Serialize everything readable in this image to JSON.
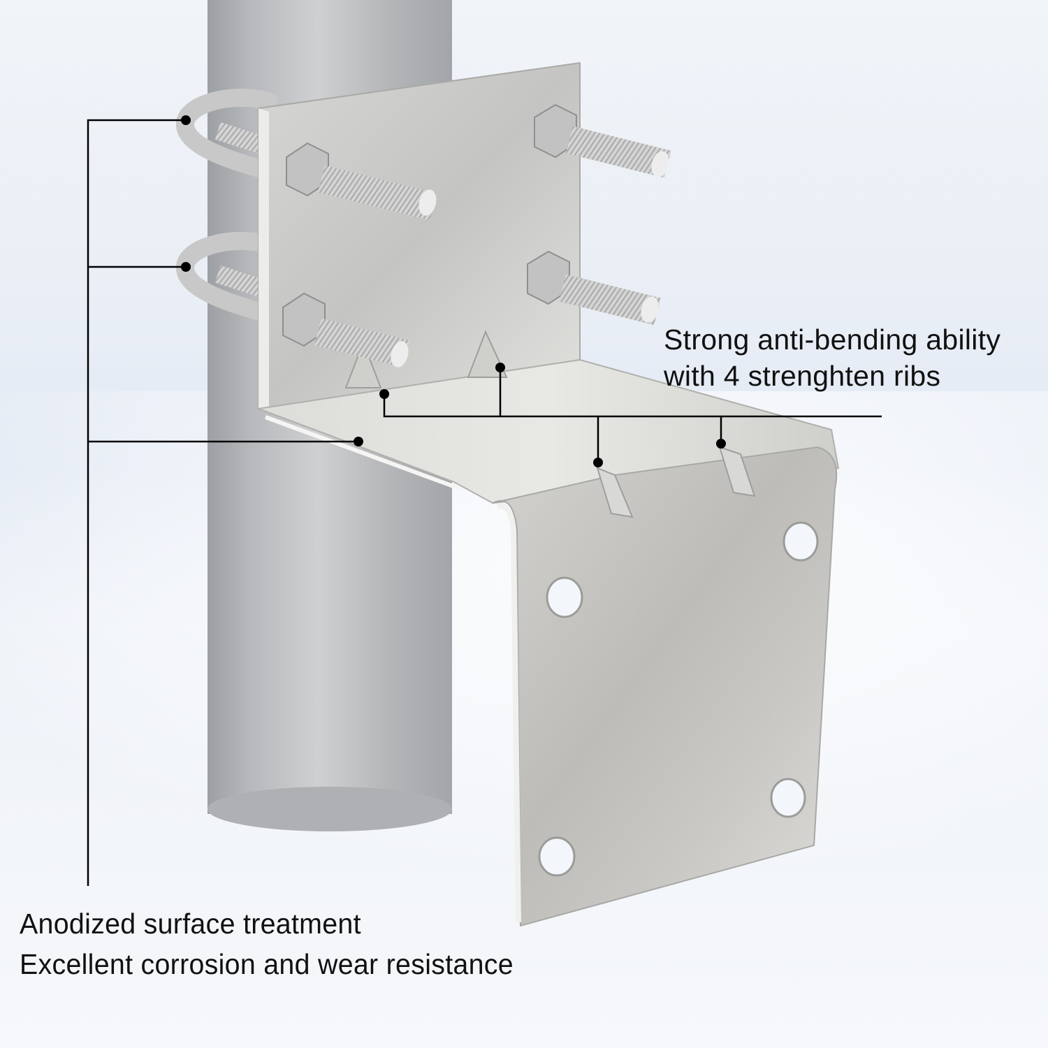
{
  "image": {
    "subject": "Galvanized pole mount bracket with U-bolts",
    "background_color": "#e9eef6",
    "metal_color": "#c4c6c8",
    "callout_color": "#000000"
  },
  "callouts": {
    "ribs": {
      "lines": [
        "Strong anti-bending ability",
        "with 4 strenghten ribs"
      ],
      "points": 4
    },
    "surface": {
      "lines": [
        "Anodized surface treatment",
        "Excellent corrosion and wear resistance"
      ],
      "points": 3
    }
  },
  "bracket": {
    "mounting_holes": 4,
    "u_bolts": 2,
    "nuts": 4
  }
}
